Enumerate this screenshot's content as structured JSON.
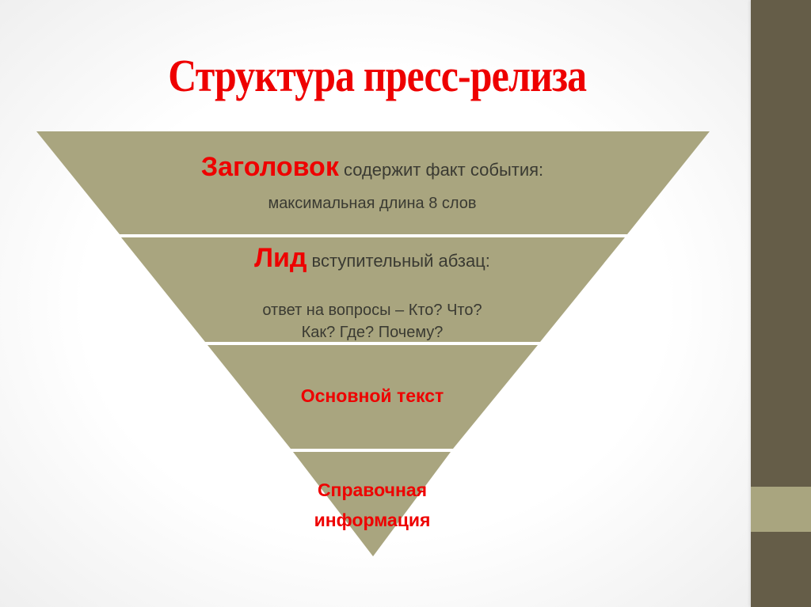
{
  "slide": {
    "title": "Структура пресс-релиза",
    "colors": {
      "title_red": "#ee0000",
      "pyramid_fill": "#a9a57f",
      "sidebar_dark": "#655d48",
      "sidebar_light": "#a9a57f",
      "body_text": "#3a3a32"
    }
  },
  "pyramid": {
    "bands": [
      {
        "heading": "Заголовок",
        "text": " содержит факт события:",
        "subtext": "максимальная длина 8 слов"
      },
      {
        "heading": "Лид",
        "text": " вступительный абзац:",
        "subtext_line1": "ответ на вопросы – Кто? Что?",
        "subtext_line2": "Как? Где? Почему?"
      },
      {
        "heading": "Основной текст"
      },
      {
        "heading_line1": "Справочная",
        "heading_line2": "информация"
      }
    ]
  }
}
